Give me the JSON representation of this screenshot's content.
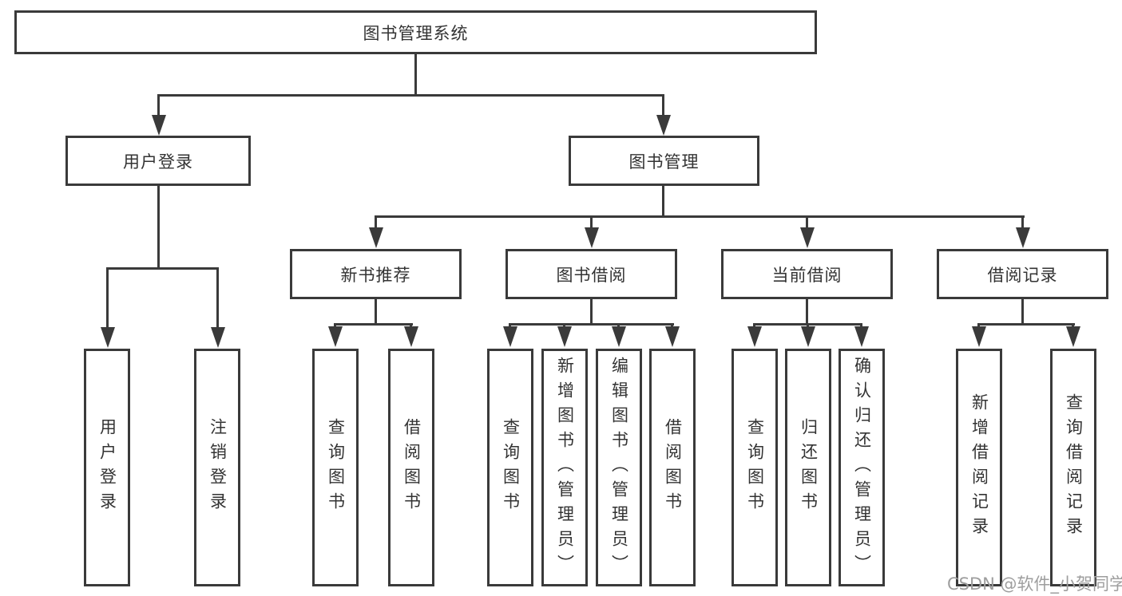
{
  "colors": {
    "line": "#3a3a3a",
    "text": "#333333",
    "watermark": "#9e9e9e",
    "background": "#ffffff"
  },
  "watermark": "CSDN @软件_小贺同学",
  "diagram": {
    "type": "hierarchy-tree",
    "root": {
      "label": "图书管理系统",
      "children": [
        {
          "label": "用户登录",
          "children": [
            {
              "label": "用户登录"
            },
            {
              "label": "注销登录"
            }
          ]
        },
        {
          "label": "图书管理",
          "children": [
            {
              "label": "新书推荐",
              "children": [
                {
                  "label": "查询图书"
                },
                {
                  "label": "借阅图书"
                }
              ]
            },
            {
              "label": "图书借阅",
              "children": [
                {
                  "label": "查询图书"
                },
                {
                  "label": "新增图书（管理员）"
                },
                {
                  "label": "编辑图书（管理员）"
                },
                {
                  "label": "借阅图书"
                }
              ]
            },
            {
              "label": "当前借阅",
              "children": [
                {
                  "label": "查询图书"
                },
                {
                  "label": "归还图书"
                },
                {
                  "label": "确认归还（管理员）"
                }
              ]
            },
            {
              "label": "借阅记录",
              "children": [
                {
                  "label": "新增借阅记录"
                },
                {
                  "label": "查询借阅记录"
                }
              ]
            }
          ]
        }
      ]
    }
  }
}
